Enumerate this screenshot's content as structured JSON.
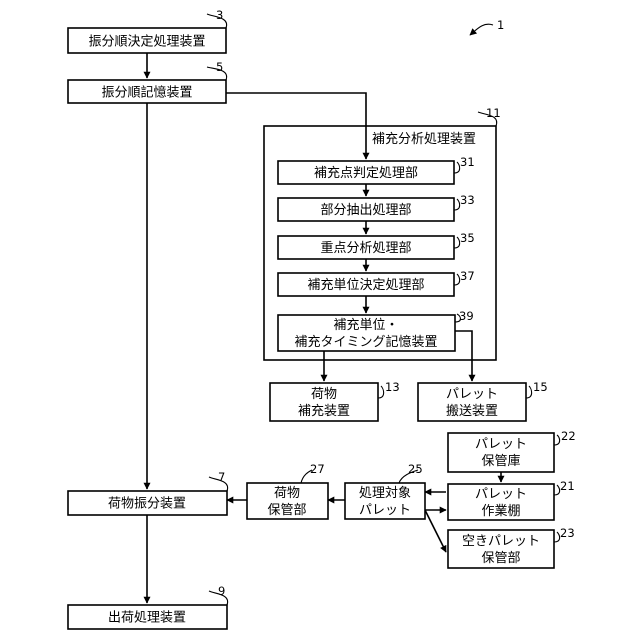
{
  "figure_ref": "1",
  "boxes": {
    "sort_order_decision": {
      "lines": [
        "振分順決定処理装置"
      ],
      "ref": "3"
    },
    "sort_order_storage": {
      "lines": [
        "振分順記憶装置"
      ],
      "ref": "5"
    },
    "replenish_analysis": {
      "title": "補充分析処理装置",
      "ref": "11"
    },
    "replenish_point": {
      "lines": [
        "補充点判定処理部"
      ],
      "ref": "31"
    },
    "partial_extraction": {
      "lines": [
        "部分抽出処理部"
      ],
      "ref": "33"
    },
    "priority_analysis": {
      "lines": [
        "重点分析処理部"
      ],
      "ref": "35"
    },
    "replenish_unit_decision": {
      "lines": [
        "補充単位決定処理部"
      ],
      "ref": "37"
    },
    "replenish_unit_timing_storage": {
      "lines": [
        "補充単位・",
        "補充タイミング記憶装置"
      ],
      "ref": "39"
    },
    "cargo_replenish": {
      "lines": [
        "荷物",
        "補充装置"
      ],
      "ref": "13"
    },
    "pallet_transport": {
      "lines": [
        "パレット",
        "搬送装置"
      ],
      "ref": "15"
    },
    "pallet_storage": {
      "lines": [
        "パレット",
        "保管庫"
      ],
      "ref": "22"
    },
    "pallet_workshelf": {
      "lines": [
        "パレット",
        "作業棚"
      ],
      "ref": "21"
    },
    "empty_pallet_storage": {
      "lines": [
        "空きパレット",
        "保管部"
      ],
      "ref": "23"
    },
    "target_pallet": {
      "lines": [
        "処理対象",
        "パレット"
      ],
      "ref": "25"
    },
    "cargo_storage": {
      "lines": [
        "荷物",
        "保管部"
      ],
      "ref": "27"
    },
    "cargo_sorting": {
      "lines": [
        "荷物振分装置"
      ],
      "ref": "7"
    },
    "shipping": {
      "lines": [
        "出荷処理装置"
      ],
      "ref": "9"
    }
  }
}
